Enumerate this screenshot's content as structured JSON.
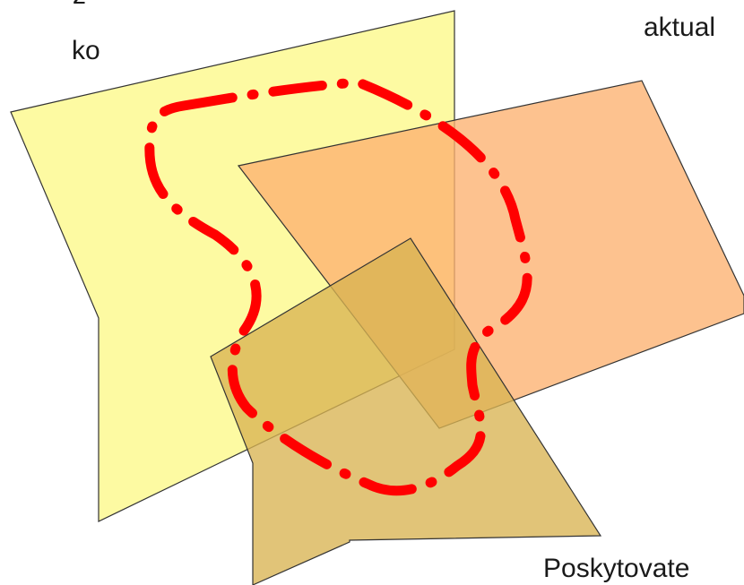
{
  "labels": {
    "top_left_fragment": "z",
    "left_fragment": "ko",
    "top_right": "aktual",
    "bottom_right": "Poskytovate"
  },
  "colors": {
    "yellow_plane": "#fdfa9d",
    "orange_plane": "#fdb170",
    "brown_plane": "#d8b452",
    "outline": "#333333",
    "dash_path": "#ff0000"
  }
}
